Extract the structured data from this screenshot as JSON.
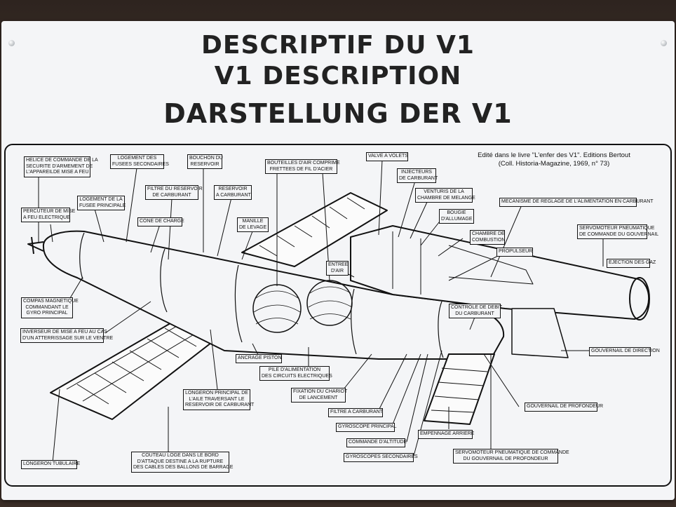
{
  "titles": {
    "fr": "DESCRIPTIF DU V1",
    "en": "V1 DESCRIPTION",
    "de": "DARSTELLUNG DER V1"
  },
  "credit": {
    "line1": "Edité dans le livre \"L'enfer des V1\". Editions Bertout",
    "line2": "(Coll. Historia-Magazine, 1969, n° 73)"
  },
  "labels": {
    "helice": [
      "HELICE DE COMMANDE DE LA",
      "SECURITE D'ARMEMENT DE",
      "L'APPAREILDE MISE A FEU"
    ],
    "logement_secondaires": [
      "LOGEMENT DES",
      "FUSEES SECONDAIRES"
    ],
    "bouchon": [
      "BOUCHON DU",
      "RESERVOIR"
    ],
    "bouteilles": [
      "BOUTEILLES D'AIR COMPRIME",
      "FRETTEES DE FIL D'ACIER"
    ],
    "valve": [
      "VALVE A VOLETS"
    ],
    "injecteurs": [
      "INJECTEURS",
      "DE CARBURANT"
    ],
    "venturis": [
      "VENTURIS DE LA",
      "CHAMBRE DE MELANGE"
    ],
    "filtre_reservoir": [
      "FILTRE DU RESERVOIR",
      "DE CARBURANT"
    ],
    "reservoir": [
      "RESERVOIR",
      "A CARBURANT"
    ],
    "logement_principale": [
      "LOGEMENT DE LA",
      "FUSEE PRINCIPALE"
    ],
    "percuteur": [
      "PERCUTEUR DE MISE",
      "A FEU ELECTRIQUE"
    ],
    "cone": [
      "CONE DE CHARGE"
    ],
    "manille": [
      "MANILLE",
      "DE LEVAGE"
    ],
    "bougie": [
      "BOUGIE",
      "D'ALLUMAGE"
    ],
    "mecanisme": [
      "MECANISME DE REGLAGE DE L'ALIMENTATION EN CARBURANT"
    ],
    "servo_gouvernail": [
      "SERVOMOTEUR PNEUMATIQUE",
      "DE COMMANDE DU GOUVERNAIL"
    ],
    "chambre": [
      "CHAMBRE DE",
      "COMBUSTION"
    ],
    "propulseur": [
      "PROPULSEUR"
    ],
    "entree": [
      "ENTREE",
      "D'AIR"
    ],
    "ejection": [
      "EJECTION DES GAZ"
    ],
    "compas": [
      "COMPAS MAGNETIQUE",
      "COMMANDANT LE",
      "GYRO PRINCIPAL"
    ],
    "controle": [
      "CONTROLE DE DEBIT",
      "DU CARBURANT"
    ],
    "inverseur": [
      "INVERSEUR DE MISE A FEU AU CAS",
      "D'UN ATTERRISSAGE SUR LE VENTRE"
    ],
    "ancrage": [
      "ANCRAGE PISTON"
    ],
    "gouvernail_direction": [
      "GOUVERNAIL DE DIRECTION"
    ],
    "pile": [
      "PILE D'ALIMENTATION",
      "DES CIRCUITS ELECTRIQUES"
    ],
    "longeron_principal": [
      "LONGERON PRINCIPAL DE",
      "L'AILE TRAVERSANT LE",
      "RESERVOIR DE CARBURANT"
    ],
    "fixation": [
      "FIXATION DU CHARIOT",
      "DE LANCEMENT"
    ],
    "gouvernail_profondeur": [
      "GOUVERNAIL DE PROFONDEUR"
    ],
    "filtre_carburant": [
      "FILTRE A CARBURANT"
    ],
    "gyroscope_principal": [
      "GYROSCOPE PRINCIPAL"
    ],
    "empennage": [
      "EMPENNAGE ARRIERE"
    ],
    "commande_altitude": [
      "COMMANDE D'ALTITUDE"
    ],
    "servo_profondeur": [
      "SERVOMOTEUR PNEUMATIQUE DE COMMANDE",
      "DU GOUVERNAIL DE PROFONDEUR"
    ],
    "gyroscopes_secondaires": [
      "GYROSCOPES SECONDAIRES"
    ],
    "couteau": [
      "COUTEAU LOGE DANS LE BORD",
      "D'ATTAQUE DESTINE A LA RUPTURE",
      "DES CABLES DES BALLONS DE BARRAGE"
    ],
    "longeron_tubulaire": [
      "LONGERON TUBULAIRE"
    ]
  }
}
